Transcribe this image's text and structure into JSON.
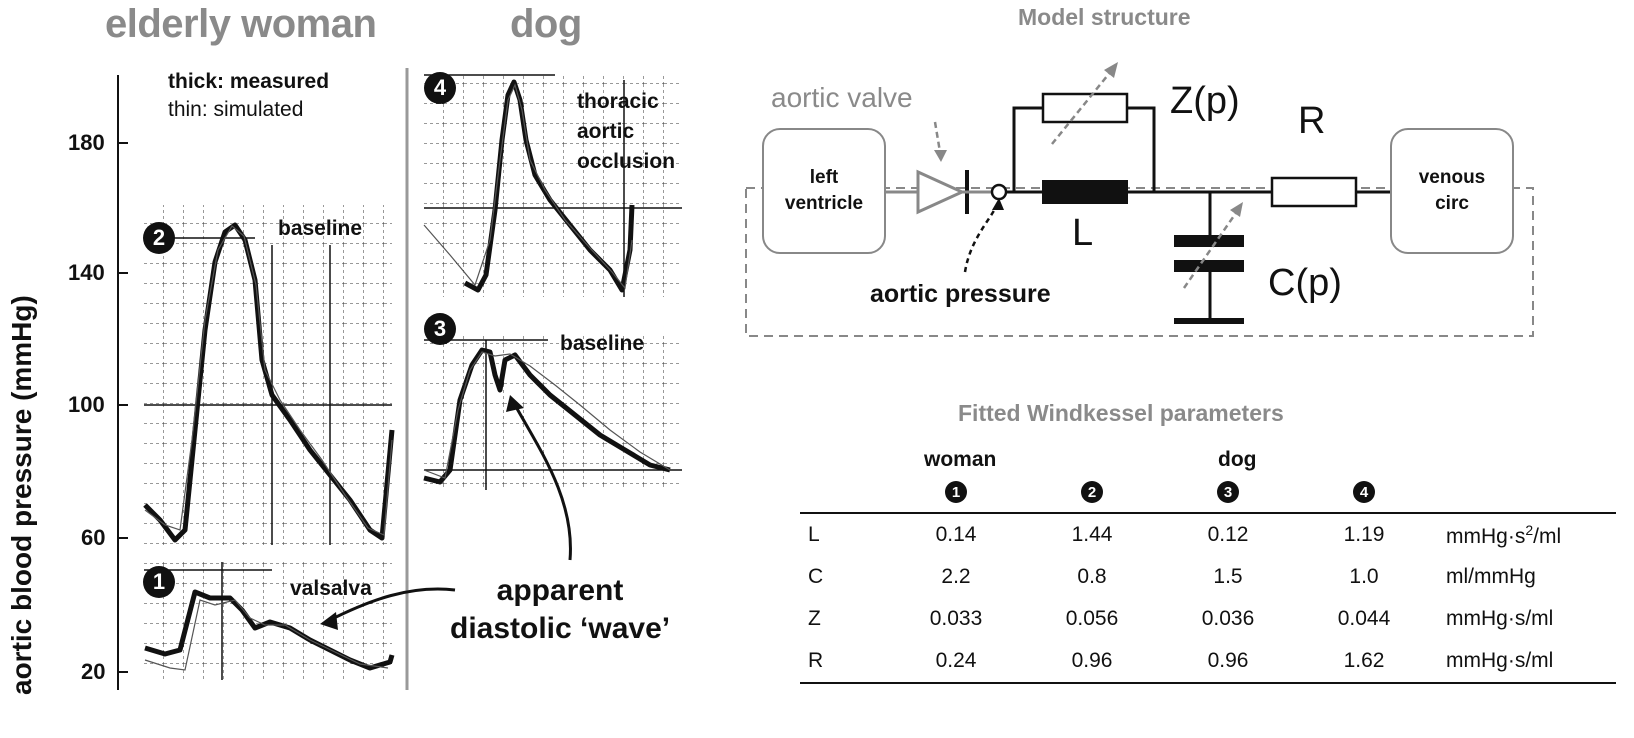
{
  "panel_titles": {
    "woman": "elderly woman",
    "dog": "dog"
  },
  "y_axis": {
    "label": "aortic blood pressure (mmHg)",
    "ticks": [
      "180",
      "140",
      "100",
      "60",
      "20"
    ]
  },
  "legend": {
    "measured": "thick: measured",
    "simulated": "thin: simulated"
  },
  "traces": [
    {
      "badge": "1",
      "label": "valsalva"
    },
    {
      "badge": "2",
      "label": "baseline"
    },
    {
      "badge": "3",
      "label": "baseline"
    },
    {
      "badge": "4",
      "label": "thoracic aortic occlusion",
      "lines": [
        "thoracic",
        "aortic",
        "occlusion"
      ]
    }
  ],
  "annotation": {
    "line1": "apparent",
    "line2": "diastolic ‘wave’"
  },
  "model": {
    "title": "Model structure",
    "left_ventricle": [
      "left",
      "ventricle"
    ],
    "venous_circ": [
      "venous",
      "circ"
    ],
    "aortic_valve": "aortic valve",
    "aortic_pressure": "aortic pressure",
    "Z": "Z(p)",
    "R": "R",
    "L": "L",
    "C": "C(p)"
  },
  "params": {
    "title": "Fitted Windkessel parameters",
    "group_woman": "woman",
    "group_dog": "dog",
    "badges": [
      "1",
      "2",
      "3",
      "4"
    ],
    "rows": [
      {
        "name": "L",
        "values": [
          "0.14",
          "1.44",
          "0.12",
          "1.19"
        ],
        "unit": "mmHg·s",
        "unit_sup": "2",
        "unit_tail": "/ml"
      },
      {
        "name": "C",
        "values": [
          "2.2",
          "0.8",
          "1.5",
          "1.0"
        ],
        "unit": "ml/mmHg",
        "unit_sup": "",
        "unit_tail": ""
      },
      {
        "name": "Z",
        "values": [
          "0.033",
          "0.056",
          "0.036",
          "0.044"
        ],
        "unit": "mmHg·s/ml",
        "unit_sup": "",
        "unit_tail": ""
      },
      {
        "name": "R",
        "values": [
          "0.24",
          "0.96",
          "0.96",
          "1.62"
        ],
        "unit": "mmHg·s/ml",
        "unit_sup": "",
        "unit_tail": ""
      }
    ]
  }
}
